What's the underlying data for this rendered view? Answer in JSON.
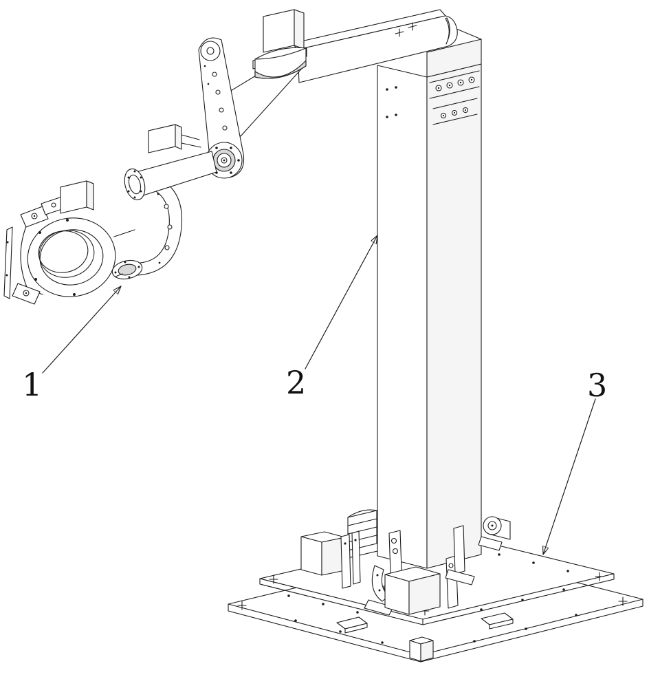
{
  "figure": {
    "background_color": "#ffffff",
    "line_color": "#1b1b1b",
    "labels": [
      {
        "text": "1",
        "part": "robot-arm-end-effector"
      },
      {
        "text": "2",
        "part": "vertical-support-column"
      },
      {
        "text": "3",
        "part": "base-plate"
      }
    ]
  }
}
